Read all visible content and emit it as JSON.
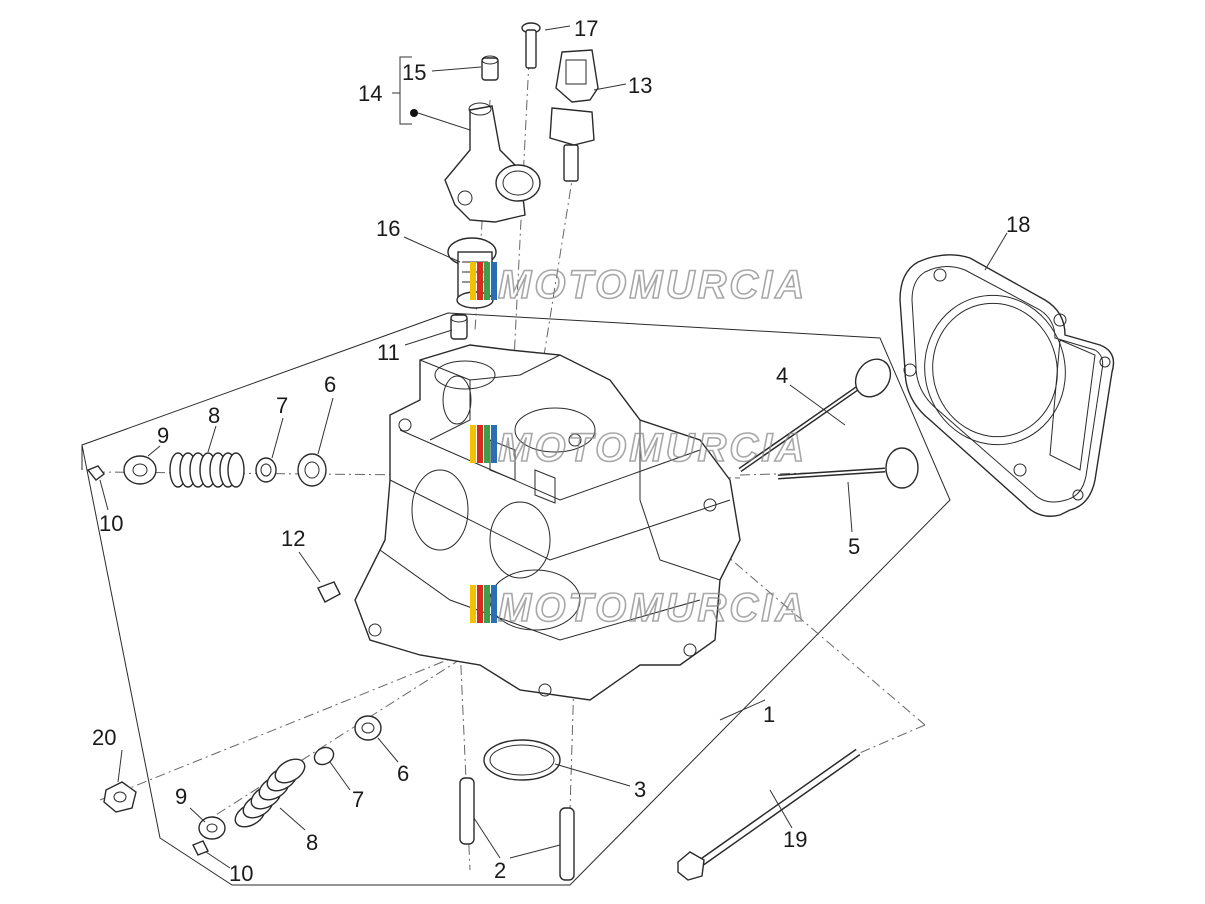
{
  "watermark": {
    "text": "MOTOMURCIA",
    "colors": [
      "#f2c200",
      "#d62b1f",
      "#3aa14a",
      "#2a6fb3"
    ]
  },
  "labels": {
    "p1": "1",
    "p2": "2",
    "p3": "3",
    "p4": "4",
    "p5": "5",
    "p6a": "6",
    "p6b": "6",
    "p7a": "7",
    "p7b": "7",
    "p8a": "8",
    "p8b": "8",
    "p9a": "9",
    "p9b": "9",
    "p10a": "10",
    "p10b": "10",
    "p11": "11",
    "p12": "12",
    "p13": "13",
    "p14": "14",
    "p15": "15",
    "p16": "16",
    "p17": "17",
    "p18": "18",
    "p19": "19",
    "p20": "20"
  }
}
